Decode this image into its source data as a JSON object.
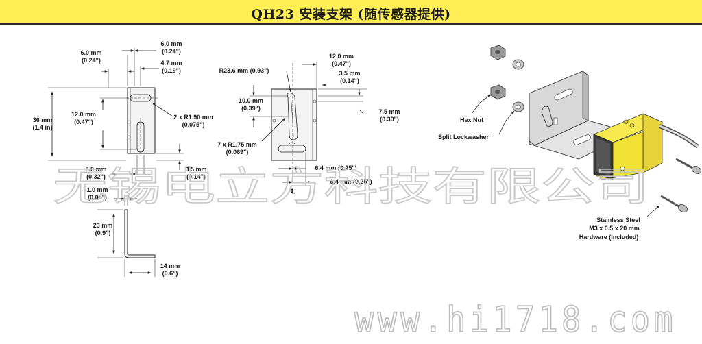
{
  "header": {
    "title": "QH23 安装支架 (随传感器提供)"
  },
  "left_drawing": {
    "dim_6_0_left": "6.0 mm",
    "dim_6_0_left_in": "(0.24\")",
    "dim_6_0_right": "6.0 mm",
    "dim_6_0_right_in": "(0.24\")",
    "dim_4_7": "4.7 mm",
    "dim_4_7_in": "(0.19\")",
    "dim_36": "36 mm",
    "dim_36_in": "(1.4 in)",
    "dim_12_0": "12.0 mm",
    "dim_12_0_in": "(0.47\")",
    "dim_radius": "2 x R1.90 mm",
    "dim_radius_in": "(0.075\")",
    "dim_3_5": "3.5 mm",
    "dim_3_5_in": "(0.14\")",
    "dim_8_0": "8.0 mm",
    "dim_8_0_in": "(0.32\")",
    "dim_1_0": "1.0 mm",
    "dim_1_0_in": "(0.04\")",
    "dim_23": "23 mm",
    "dim_23_in": "(0.9\")",
    "dim_14": "14 mm",
    "dim_14_in": "(0.6\")"
  },
  "middle_drawing": {
    "dim_r23_6": "R23.6 mm (0.93\")",
    "dim_12_0": "12.0 mm",
    "dim_12_0_in": "(0.47\")",
    "dim_3_5": "3.5 mm",
    "dim_3_5_in": "(0.14\")",
    "dim_10_0": "10.0 mm",
    "dim_10_0_in": "(0.39\")",
    "dim_7_5": "7.5 mm",
    "dim_7_5_in": "(0.30\")",
    "dim_radius": "7 x R1.75 mm",
    "dim_radius_in": "(0.069\")",
    "dim_6_4_a": "6.4 mm (0.25\")",
    "dim_6_4_b": "6.4 mm (0.25\")",
    "centerline": "℄"
  },
  "right_drawing": {
    "hex_nut": "Hex Nut",
    "split_lockwasher": "Split Lockwasher",
    "hardware_1": "Stainless Steel",
    "hardware_2": "M3 x 0.5 x 20 mm",
    "hardware_3": "Hardware (Included)"
  },
  "watermark": {
    "company": "无锡电立方科技有限公司",
    "url": "www.hi1718.com"
  },
  "colors": {
    "title_bar": "#ffee55",
    "sensor_body": "#f2e236",
    "bracket": "#d8d8d8"
  }
}
